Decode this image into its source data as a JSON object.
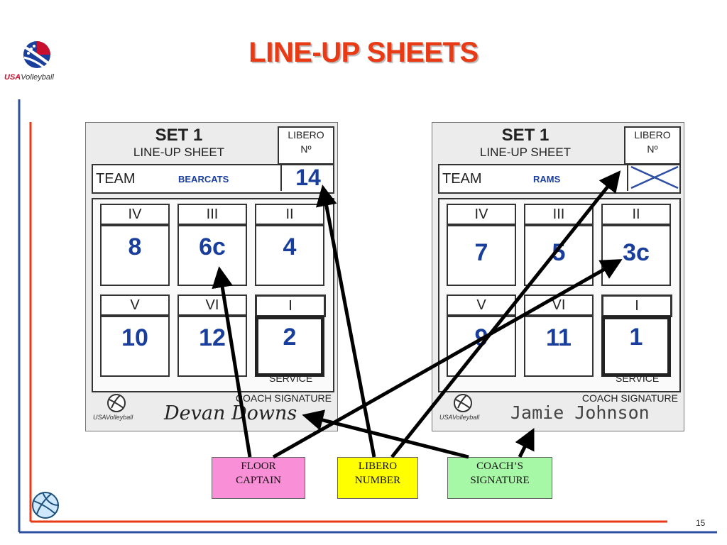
{
  "slide": {
    "title": "LINE-UP SHEETS",
    "page_number": "15",
    "logo": {
      "usa": "USA",
      "rest": "Volleyball"
    }
  },
  "sheets": [
    {
      "set_label": "SET 1",
      "sheet_label": "LINE-UP SHEET",
      "libero_header_1": "LIBERO",
      "libero_header_2": "Nº",
      "team_label": "TEAM",
      "team_name": "BEARCATS",
      "libero_number": "14",
      "positions": {
        "IV": "8",
        "III": "6c",
        "II": "4",
        "V": "10",
        "VI": "12",
        "I": "2"
      },
      "service_label": "SERVICE",
      "coach_signature_label": "COACH SIGNATURE",
      "signature": "Devan Downs",
      "logo_text": "USAVolleyball"
    },
    {
      "set_label": "SET 1",
      "sheet_label": "LINE-UP SHEET",
      "libero_header_1": "LIBERO",
      "libero_header_2": "Nº",
      "team_label": "TEAM",
      "team_name": "RAMS",
      "libero_number": "",
      "positions": {
        "IV": "7",
        "III": "5",
        "II": "3c",
        "V": "9",
        "VI": "11",
        "I": "1"
      },
      "service_label": "SERVICE",
      "coach_signature_label": "COACH SIGNATURE",
      "signature": "Jamie Johnson",
      "logo_text": "USAVolleyball"
    }
  ],
  "position_labels": {
    "IV": "IV",
    "III": "III",
    "II": "II",
    "V": "V",
    "VI": "VI",
    "I": "I"
  },
  "callouts": [
    {
      "line1": "FLOOR",
      "line2": "CAPTAIN",
      "color": "#f98fd6"
    },
    {
      "line1": "LIBERO",
      "line2": "NUMBER",
      "color": "#ffff00"
    },
    {
      "line1": "COACH’S",
      "line2": "SIGNATURE",
      "color": "#a6f7a6"
    }
  ],
  "colors": {
    "title": "#e83a14",
    "accent_red": "#e83a14",
    "accent_blue": "#2d4fa3",
    "numbers": "#1a3e9c"
  }
}
